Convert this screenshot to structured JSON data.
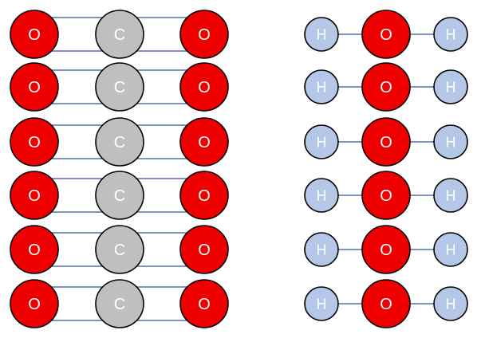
{
  "colors": {
    "oxygen": "#ee0000",
    "carbon": "#bfbfbf",
    "hydrogen": "#b4c7e7",
    "bond": "#2f5597",
    "outline": "#000000",
    "label": "#ffffff"
  },
  "co2_molecules": [
    {
      "atoms": [
        "O",
        "C",
        "O"
      ]
    },
    {
      "atoms": [
        "O",
        "C",
        "O"
      ]
    },
    {
      "atoms": [
        "O",
        "C",
        "O"
      ]
    },
    {
      "atoms": [
        "O",
        "C",
        "O"
      ]
    },
    {
      "atoms": [
        "O",
        "C",
        "O"
      ]
    },
    {
      "atoms": [
        "O",
        "C",
        "O"
      ]
    }
  ],
  "h2o_molecules": [
    {
      "atoms": [
        "H",
        "O",
        "H"
      ]
    },
    {
      "atoms": [
        "H",
        "O",
        "H"
      ]
    },
    {
      "atoms": [
        "H",
        "O",
        "H"
      ]
    },
    {
      "atoms": [
        "H",
        "O",
        "H"
      ]
    },
    {
      "atoms": [
        "H",
        "O",
        "H"
      ]
    },
    {
      "atoms": [
        "H",
        "O",
        "H"
      ]
    }
  ]
}
